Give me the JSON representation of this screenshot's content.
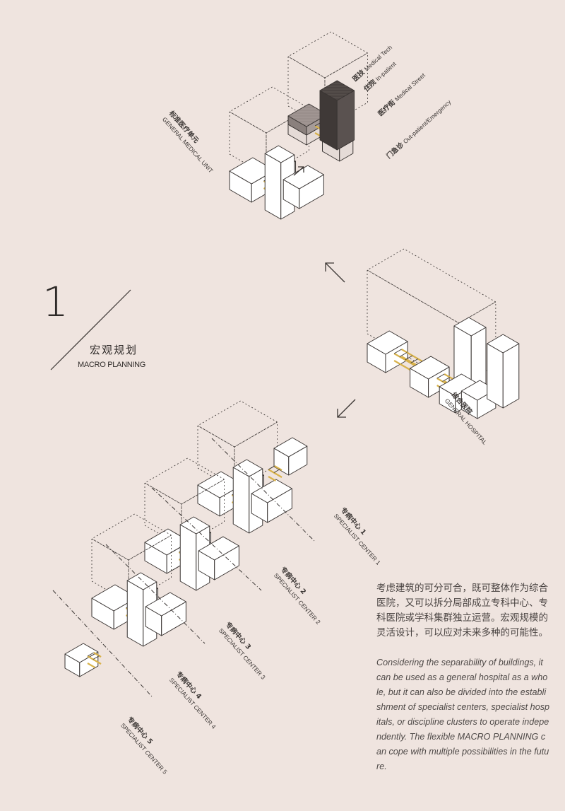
{
  "section": {
    "number": "1",
    "title_zh": "宏观规划",
    "title_en": "MACRO PLANNING"
  },
  "labels": {
    "general_unit_zh": "标准医疗单元",
    "general_unit_en": "GENERAL MEDICAL UNIT",
    "med_tech_zh": "医技",
    "med_tech_en": "Medical Tech",
    "inpatient_zh": "住院",
    "inpatient_en": "In-patient",
    "med_street_zh": "医疗街",
    "med_street_en": "Medical Street",
    "outpatient_zh": "门急诊",
    "outpatient_en": "Out-patient/Emergency",
    "general_hospital_zh": "综合医院",
    "general_hospital_en": "GENERAL HOSPITAL",
    "sc1_zh": "专病中心 1",
    "sc1_en": "SPECIALIST CENTER 1",
    "sc2_zh": "专病中心 2",
    "sc2_en": "SPECIALIST CENTER 2",
    "sc3_zh": "专病中心 3",
    "sc3_en": "SPECIALIST CENTER 3",
    "sc4_zh": "专病中心 4",
    "sc4_en": "SPECIALIST CENTER 4",
    "sc5_zh": "专病中心 5",
    "sc5_en": "SPECIALIST CENTER 5"
  },
  "description": {
    "zh": "考虑建筑的可分可合，既可整体作为综合医院，又可以拆分局部成立专科中心、专科医院或学科集群独立运营。宏观规模的灵活设计，可以应对未来多种的可能性。",
    "en": "Considering the separability of buildings, it can be used as a general hospital as a whole, but it can also be divided into the establishment of specialist centers, specialist hospitals, or discipline clusters to operate independently. The flexible MACRO PLANNING can cope with multiple possibilities in the future."
  },
  "colors": {
    "background": "#efe4df",
    "line": "#3a3533",
    "corridor": "#d8b24a",
    "med_tech": "#4b4442",
    "inpatient": "#9a8f8c",
    "block_white": "#ffffff"
  }
}
